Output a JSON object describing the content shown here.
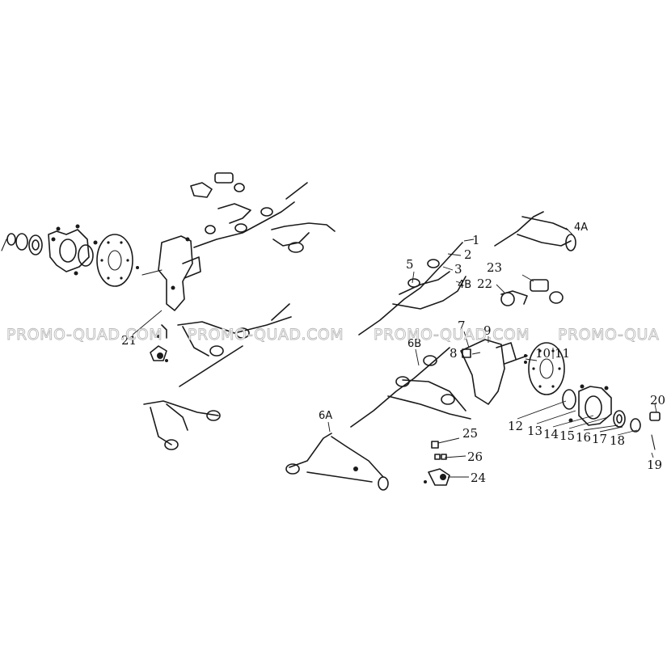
{
  "watermark": {
    "text_1": "PROMO-QUAD.COM",
    "text_2": "PROMO-QUAD.COM",
    "text_3": "PROMO-QUAD.COM",
    "text_4": "PROMO-QUA"
  },
  "callouts": {
    "c1": "1",
    "c2": "2",
    "c3": "3",
    "c4a": "4A",
    "c4b": "4B",
    "c5": "5",
    "c6a": "6A",
    "c6b": "6B",
    "c7": "7",
    "c8": "8",
    "c9": "9",
    "c10": "10",
    "c11": "11",
    "c12": "12",
    "c13": "13",
    "c14": "14",
    "c15": "15",
    "c16": "16",
    "c17": "17",
    "c18": "18",
    "c19": "19",
    "c20": "20",
    "c21": "21",
    "c22": "22",
    "c23": "23",
    "c24": "24",
    "c25": "25",
    "c26": "26"
  }
}
